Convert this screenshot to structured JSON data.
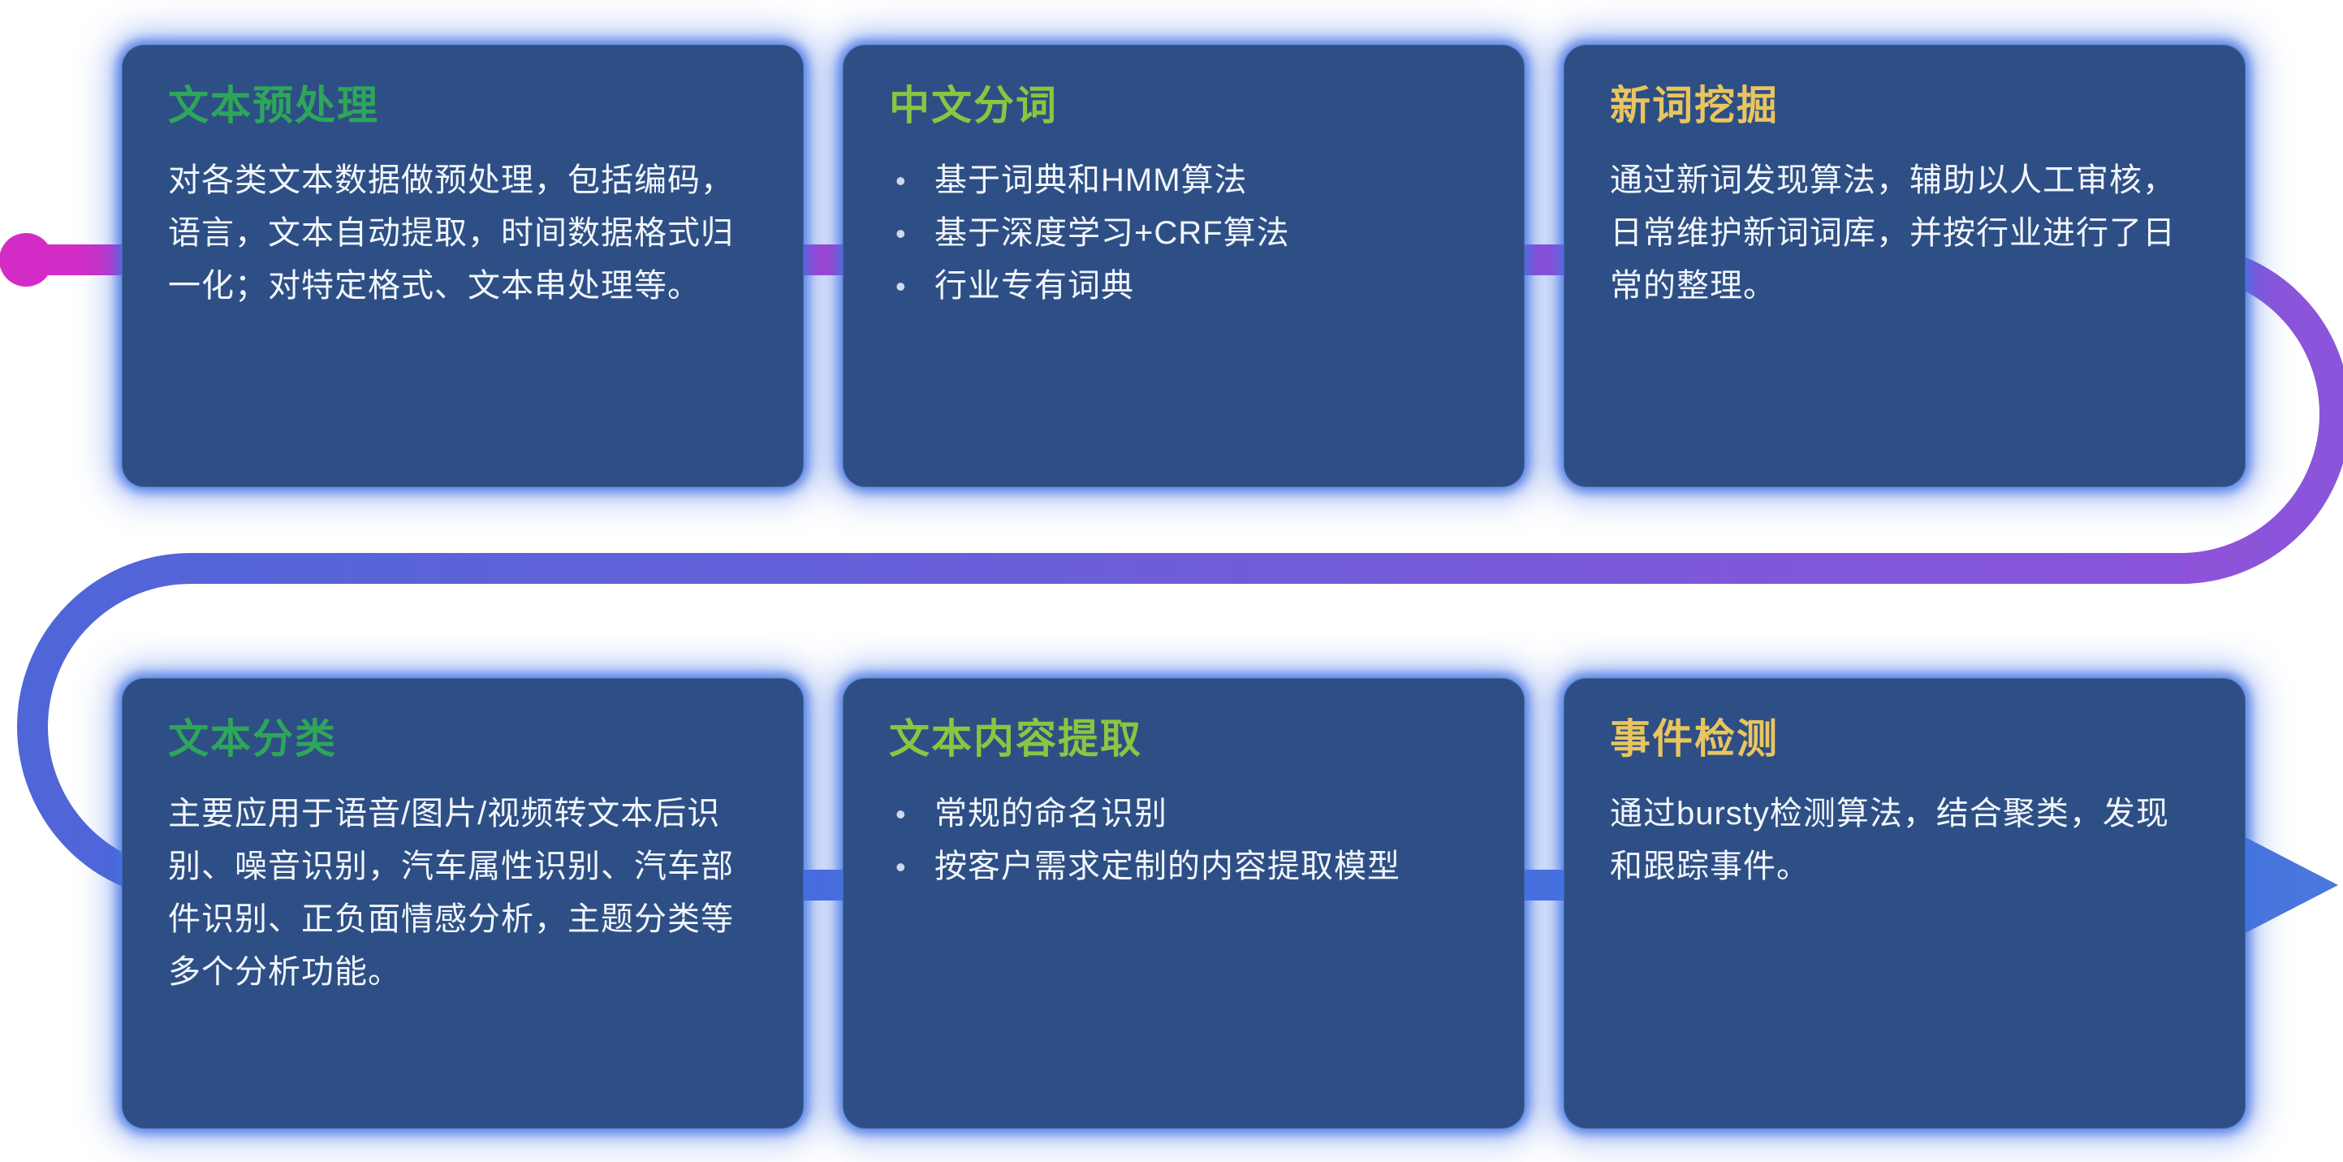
{
  "palette": {
    "card_bg": "#2e4f85",
    "card_glow": "#4272e4",
    "body_text": "#f2f6fc"
  },
  "flow": {
    "start_dot_color": "#d32cc6",
    "gradient": {
      "magenta": "#d32cc6",
      "purple": "#8a55da",
      "blue": "#4f66d8",
      "arrow_blue": "#4a77dd"
    }
  },
  "cards": [
    {
      "id": "text-preprocessing",
      "title": "文本预处理",
      "title_color": "#2ea65a",
      "type": "paragraph",
      "body": "对各类文本数据做预处理，包括编码，语言，文本自动提取，时间数据格式归一化；对特定格式、文本串处理等。"
    },
    {
      "id": "chinese-word-segmentation",
      "title": "中文分词",
      "title_color": "#8bc541",
      "type": "bullets",
      "bullets": [
        "基于词典和HMM算法",
        "基于深度学习+CRF算法",
        "行业专有词典"
      ]
    },
    {
      "id": "new-word-mining",
      "title": "新词挖掘",
      "title_color": "#e9c55e",
      "type": "paragraph",
      "body": "通过新词发现算法，辅助以人工审核，日常维护新词词库，并按行业进行了日常的整理。"
    },
    {
      "id": "text-classification",
      "title": "文本分类",
      "title_color": "#2ea65a",
      "type": "paragraph",
      "body": "主要应用于语音/图片/视频转文本后识别、噪音识别，汽车属性识别、汽车部件识别、正负面情感分析，主题分类等多个分析功能。"
    },
    {
      "id": "text-content-extraction",
      "title": "文本内容提取",
      "title_color": "#8bc541",
      "type": "bullets",
      "bullets": [
        "常规的命名识别",
        "按客户需求定制的内容提取模型"
      ]
    },
    {
      "id": "event-detection",
      "title": "事件检测",
      "title_color": "#e9c55e",
      "type": "paragraph",
      "body": "通过bursty检测算法，结合聚类，发现和跟踪事件。"
    }
  ]
}
